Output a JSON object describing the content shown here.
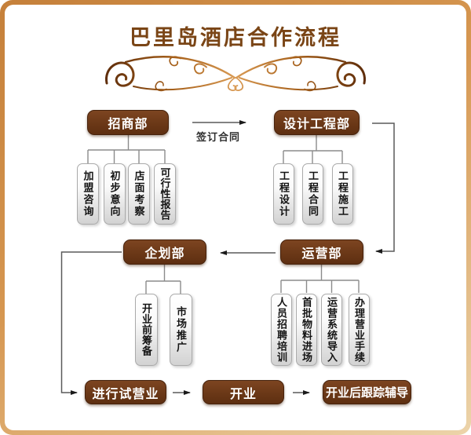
{
  "title": "巴里岛酒店合作流程",
  "nodes": {
    "investment": "招商部",
    "design": "设计工程部",
    "planning": "企划部",
    "operations": "运营部",
    "trial": "进行试营业",
    "opening": "开业",
    "followup": "开业后跟踪辅导"
  },
  "arrow_label": "签订合同",
  "investment_items": [
    "加盟咨询",
    "初步意向",
    "店面考察",
    "可行性报告"
  ],
  "design_items": [
    "工程设计",
    "工程合同",
    "工程施工"
  ],
  "planning_items": [
    "开业前筹备",
    "市场推广"
  ],
  "operations_items": [
    "人员招聘培训",
    "首批物料进场",
    "运营系统导入",
    "办理营业手续"
  ],
  "colors": {
    "frame_gold": "#cf8c3f",
    "box_brown": "#6b3817",
    "title_brown": "#7a4516",
    "connector_gray": "#8b8b8b",
    "arrowhead_dark": "#1a1a1a",
    "item_box_gray": "#d2d2d2"
  }
}
